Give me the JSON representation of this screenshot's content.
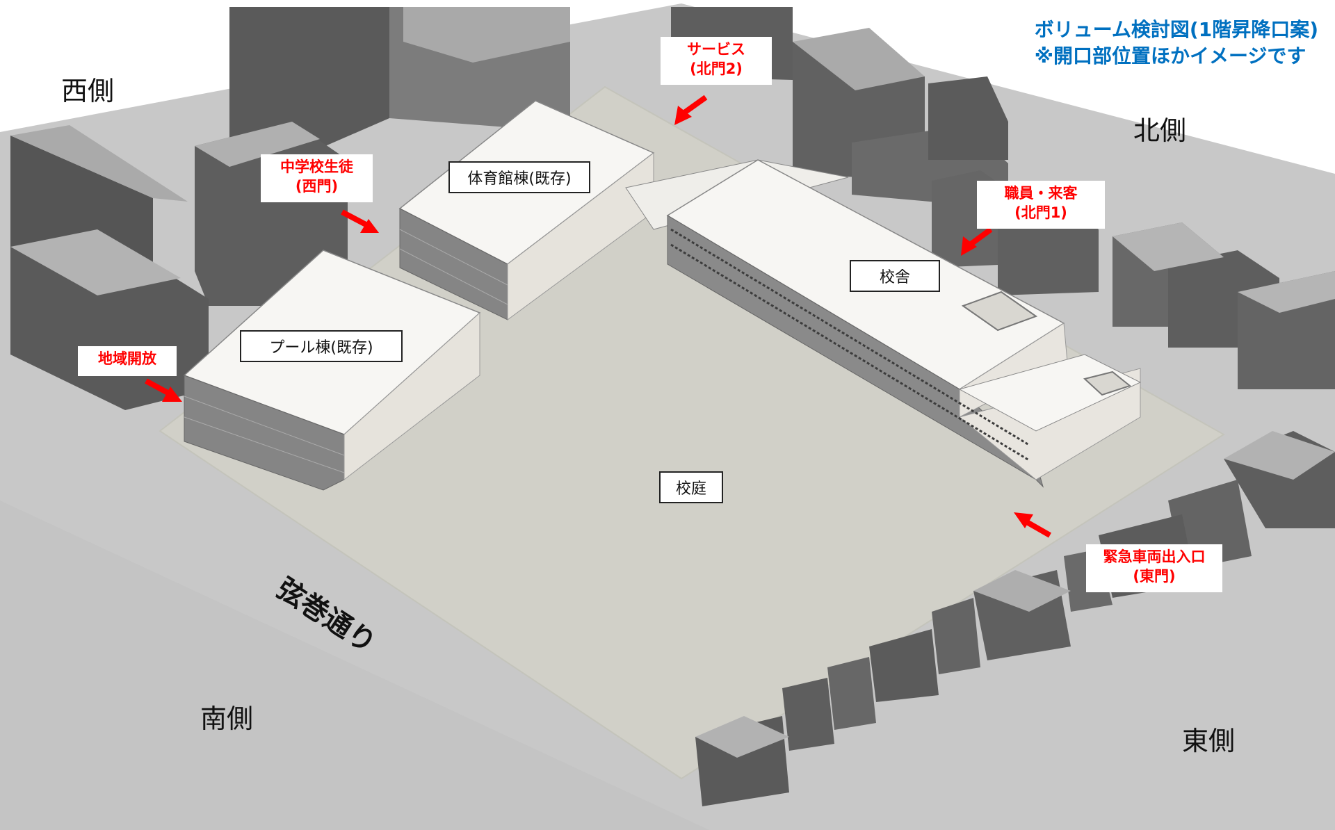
{
  "title": {
    "line1": "ボリューム検討図(1階昇降口案)",
    "line2": "※開口部位置ほかイメージです"
  },
  "directions": {
    "west": "西側",
    "north": "北側",
    "south": "南側",
    "east": "東側"
  },
  "street": "弦巻通り",
  "buildings": {
    "gym": "体育館棟(既存)",
    "pool": "プール棟(既存)",
    "school": "校舎",
    "courtyard": "校庭"
  },
  "gates": {
    "service": {
      "line1": "サービス",
      "line2": "(北門2)"
    },
    "junior_high": {
      "line1": "中学校生徒",
      "line2": "(西門)"
    },
    "staff": {
      "line1": "職員・来客",
      "line2": "(北門1)"
    },
    "community": {
      "line1": "地域開放"
    },
    "emergency": {
      "line1": "緊急車両出入口",
      "line2": "(東門)"
    }
  },
  "colors": {
    "ground": "#c8c8c8",
    "site": "#d1d0c8",
    "building_dark": "#5b5b5b",
    "building_mid": "#8a8a8a",
    "building_light": "#b5b5b5",
    "arrow": "#ff0000",
    "title": "#0070c0"
  }
}
